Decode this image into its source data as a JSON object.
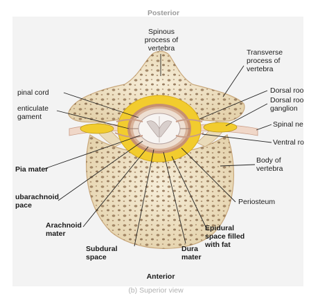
{
  "header": {
    "top_caption": "Posterior",
    "bottom_caption": "Anterior",
    "figure_caption": "(b) Superior view"
  },
  "labels": {
    "spinous_process": "Spinous\nprocess of\nvertebra",
    "transverse_process": "Transverse\nprocess of\nvertebra",
    "spinal_cord": "pinal cord",
    "denticulate_ligament": "enticulate\ngament",
    "dorsal_root": "Dorsal roo",
    "dorsal_root_ganglion": "Dorsal roo\nganglion",
    "spinal_nerve": "Spinal ne",
    "ventral_root": "Ventral ro",
    "body_of_vertebra": "Body of\nvertebra",
    "pia_mater": "Pia mater",
    "subarachnoid_space": "ubarachnoid\npace",
    "periosteum": "Periosteum",
    "arachnoid_mater": "Arachnoid\nmater",
    "epidural_space": "Epidural\nspace filled\nwith fat",
    "subdural_space": "Subdural\nspace",
    "dura_mater": "Dura\nmater"
  },
  "colors": {
    "bone": "#efe3c8",
    "bone_pore": "#8a6a4a",
    "fat": "#f2cc2e",
    "cord": "#f4f1ee",
    "nerve": "#f0d7c8",
    "dura": "#c69070"
  }
}
